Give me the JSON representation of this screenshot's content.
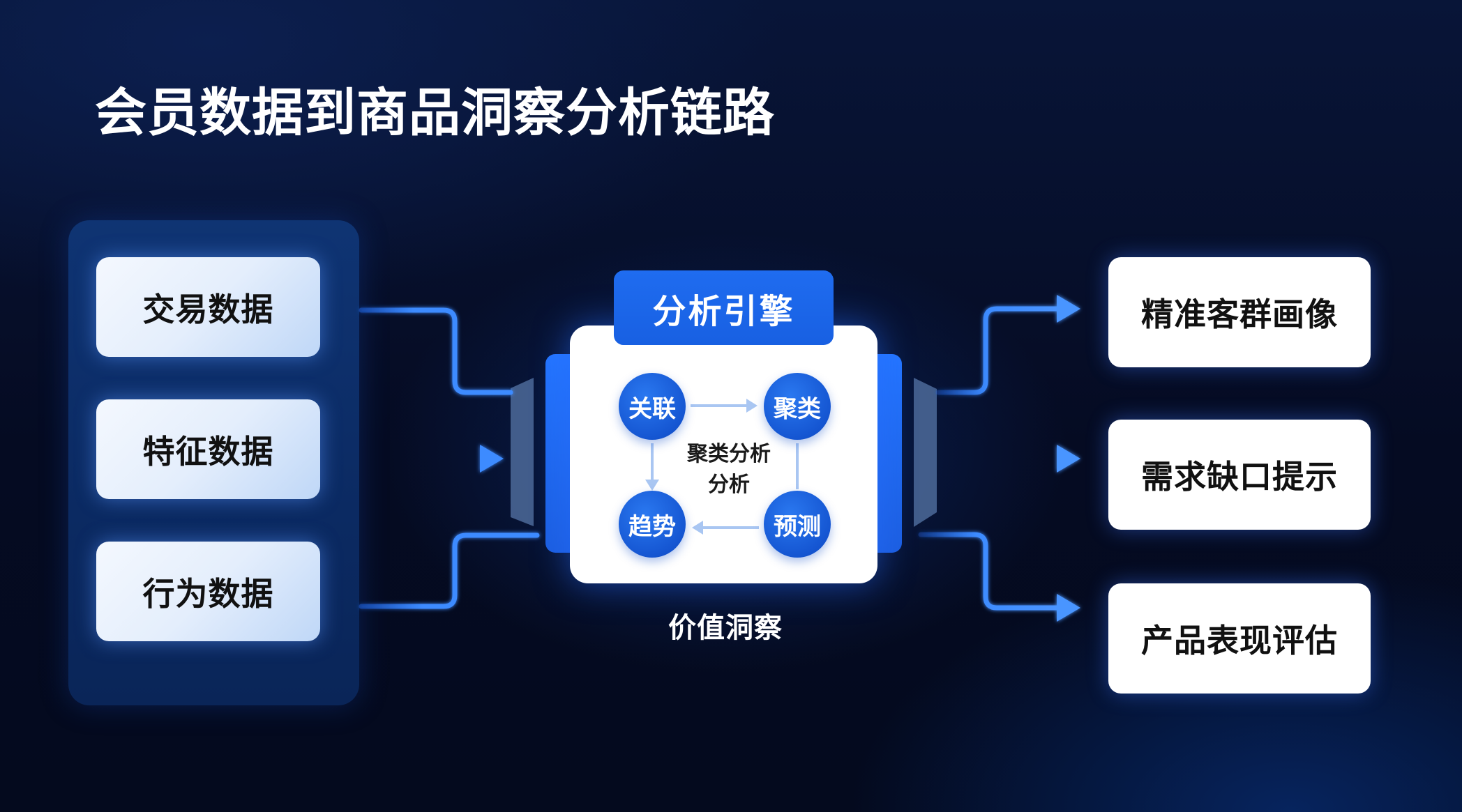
{
  "title": "会员数据到商品洞察分析链路",
  "inputs": {
    "items": [
      {
        "label": "交易数据"
      },
      {
        "label": "特征数据"
      },
      {
        "label": "行为数据"
      }
    ]
  },
  "engine": {
    "title": "分析引擎",
    "nodes": [
      {
        "label": "关联",
        "position": "top-left"
      },
      {
        "label": "聚类",
        "position": "top-right"
      },
      {
        "label": "预测",
        "position": "bottom-right"
      },
      {
        "label": "趋势",
        "position": "bottom-left"
      }
    ],
    "center_text": {
      "line1": "聚类分析",
      "line2": "分析"
    },
    "caption": "价值洞察"
  },
  "outputs": {
    "items": [
      {
        "label": "精准客群画像"
      },
      {
        "label": "需求缺口提示"
      },
      {
        "label": "产品表现评估"
      }
    ]
  },
  "colors": {
    "background": "#050b22",
    "accent_blue": "#1f6cf0",
    "connector_blue": "#3d8bff",
    "panel_navy": "#0b2a62",
    "funnel_slate": "#46618f",
    "card_text": "#111111"
  }
}
